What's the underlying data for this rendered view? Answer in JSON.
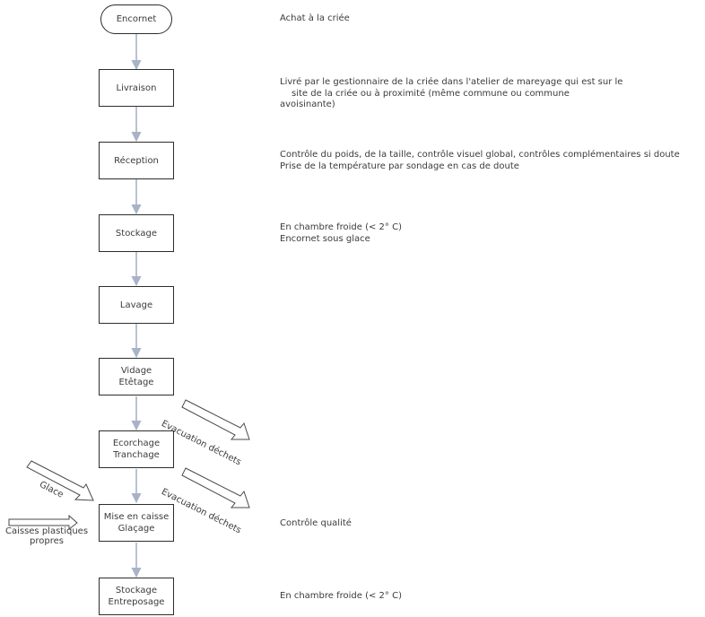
{
  "steps": {
    "s0": "Encornet",
    "s1": "Livraison",
    "s2": "Réception",
    "s3": "Stockage",
    "s4": "Lavage",
    "s5a": "Vidage",
    "s5b": "Etêtage",
    "s6a": "Ecorchage",
    "s6b": "Tranchage",
    "s7a": "Mise en caisse",
    "s7b": "Glaçage",
    "s8a": "Stockage",
    "s8b": "Entreposage"
  },
  "notes": {
    "n0": "Achat à la criée",
    "n1a": "Livré par le gestionnaire de la criée dans l'atelier de mareyage qui est sur le",
    "n1b": "site de la criée ou à proximité (même commune ou commune",
    "n1c": "avoisinante)",
    "n2a": "Contrôle du poids, de la taille, contrôle visuel global, contrôles complémentaires si doute",
    "n2b": "Prise de la température par sondage en cas de doute",
    "n3a": "En chambre froide (< 2° C)",
    "n3b": "Encornet sous glace",
    "n7": "Contrôle qualité",
    "n8": "En chambre froide (< 2° C)"
  },
  "side_flows": {
    "waste1": "Evacuation déchets",
    "waste2": "Evacuation déchets",
    "ice": "Glace",
    "crates_a": "Caisses plastiques",
    "crates_b": "propres"
  },
  "colors": {
    "connector": "#a9b3c7",
    "border": "#2d2d2d",
    "text": "#3b3b3b"
  }
}
